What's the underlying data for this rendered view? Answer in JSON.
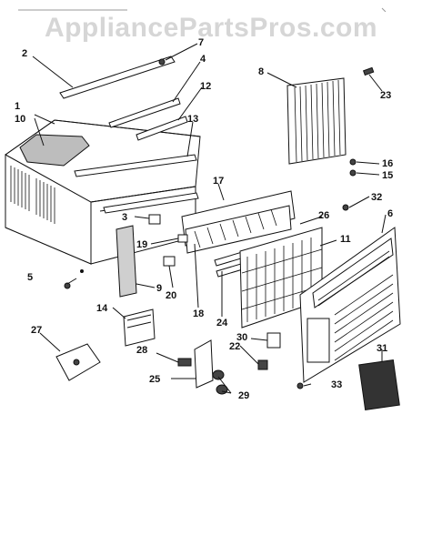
{
  "watermark": "AppliancePartsPros.com",
  "colors": {
    "ink": "#111111",
    "watermark": "#d6d6d6",
    "background": "#ffffff"
  },
  "callouts": {
    "c1": "1",
    "c2": "2",
    "c3": "3",
    "c4": "4",
    "c5": "5",
    "c6": "6",
    "c7": "7",
    "c8": "8",
    "c9": "9",
    "c10": "10",
    "c11": "11",
    "c12": "12",
    "c13": "13",
    "c14": "14",
    "c15": "15",
    "c16": "16",
    "c17": "17",
    "c18": "18",
    "c19": "19",
    "c20": "20",
    "c22": "22",
    "c23": "23",
    "c24": "24",
    "c25": "25",
    "c26": "26",
    "c27": "27",
    "c28": "28",
    "c29": "29",
    "c30": "30",
    "c31": "31",
    "c32": "32",
    "c33": "33"
  }
}
